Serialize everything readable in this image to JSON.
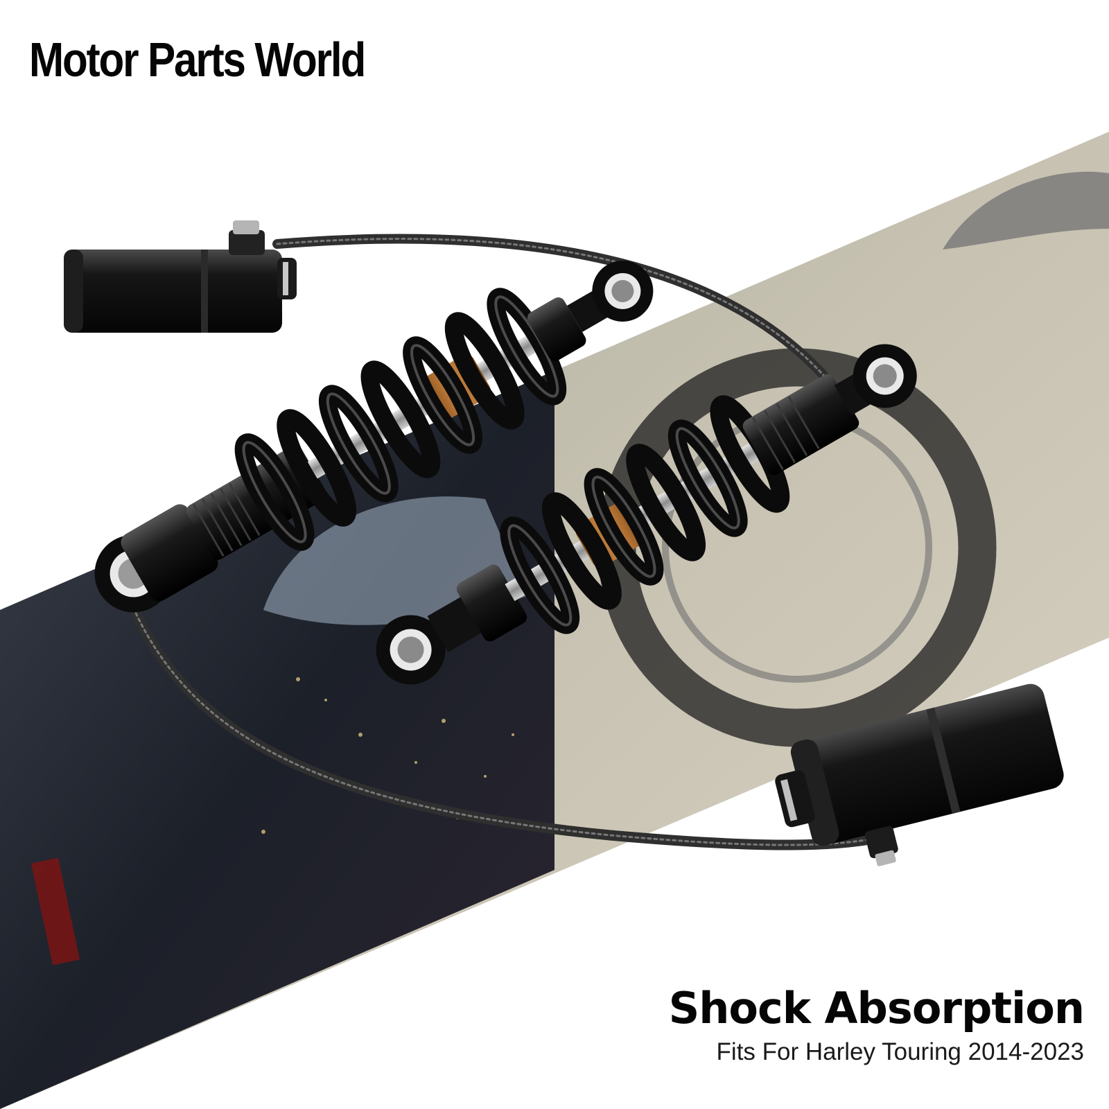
{
  "brand": {
    "name": "Motor Parts World"
  },
  "product": {
    "headline": "Shock Absorption",
    "fitment": "Fits For Harley Touring 2014-2023"
  },
  "colors": {
    "background": "#ffffff",
    "text": "#050505",
    "spring": "#0b0b0b",
    "bumper": "#b8732c",
    "photo_band_left": "#2a2f3a",
    "photo_band_right": "#c9c2b3"
  },
  "icons": {
    "remote_reservoir_top": "remote-reservoir-icon",
    "remote_reservoir_bottom": "remote-reservoir-icon",
    "shock_left": "coilover-shock-icon",
    "shock_right": "coilover-shock-icon"
  }
}
